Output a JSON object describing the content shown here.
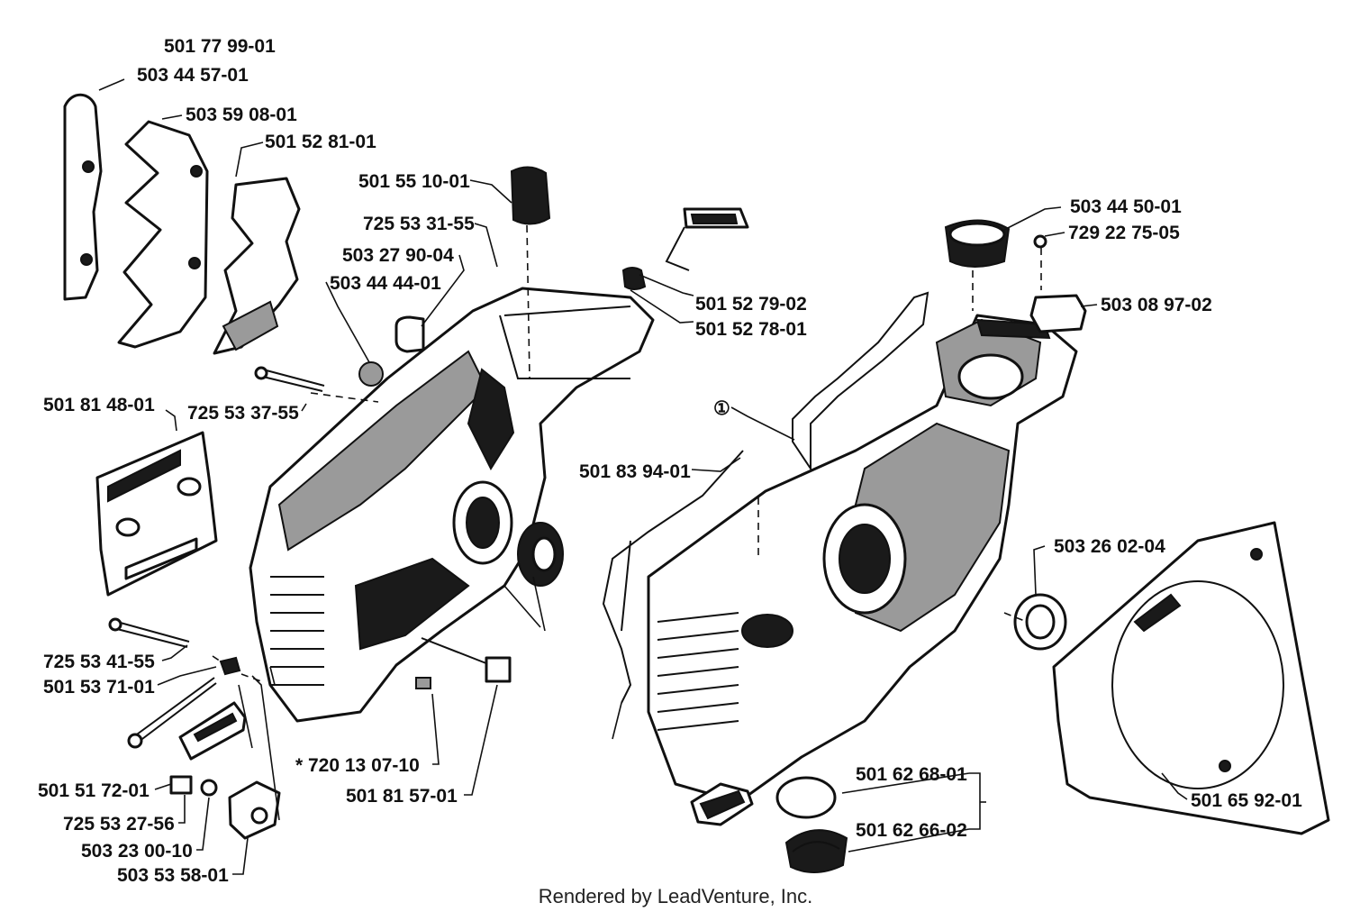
{
  "labels": {
    "p1": "501 77 99-01",
    "p2": "503 44 57-01",
    "p3": "503 59 08-01",
    "p4": "501 52 81-01",
    "p5": "501 55 10-01",
    "p6": "725 53 31-55",
    "p7": "503 27 90-04",
    "p8": "503 44 44-01",
    "p9": "501 52 79-02",
    "p10": "501 52 78-01",
    "p11": "503 44 50-01",
    "p12": "729 22 75-05",
    "p13": "503 08 97-02",
    "p14": "501 81 48-01",
    "p15": "725 53 37-55",
    "p16": "①",
    "p17": "501 83 94-01",
    "p18": "503 26 02-04",
    "p19": "725 53 41-55",
    "p20": "501 53 71-01",
    "p21": "* 720 13 07-10",
    "p22": "501 81 57-01",
    "p23": "501 51 72-01",
    "p24": "725 53 27-56",
    "p25": "503 23 00-10",
    "p26": "503 53 58-01",
    "p27": "501 62 68-01",
    "p28": "501 62 66-02",
    "p29": "501 65 92-01"
  },
  "footer": "Rendered by LeadVenture, Inc.",
  "colors": {
    "ink": "#111111",
    "paper": "#ffffff"
  }
}
